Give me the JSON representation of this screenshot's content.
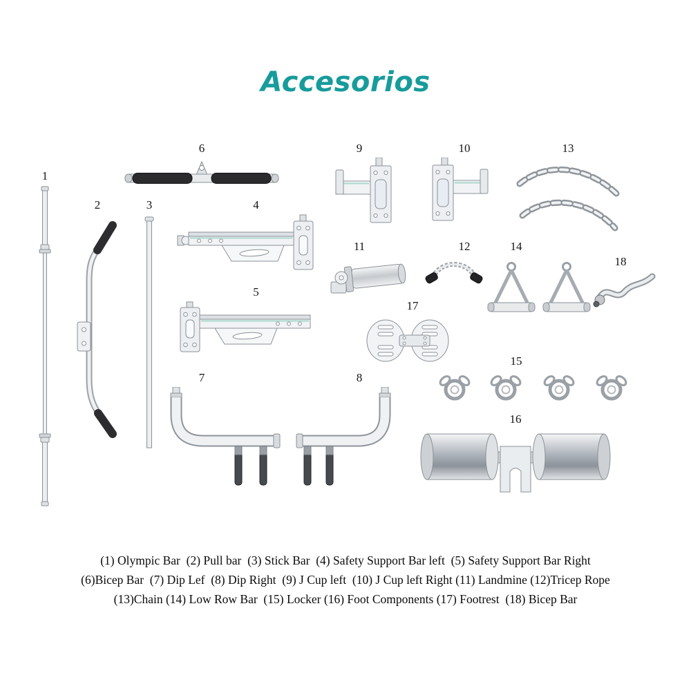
{
  "title": "Accesorios",
  "accent_color": "#189b9b",
  "items": [
    {
      "number": "1",
      "name": "Olympic Bar"
    },
    {
      "number": "2",
      "name": "Pull bar"
    },
    {
      "number": "3",
      "name": "Stick Bar"
    },
    {
      "number": "4",
      "name": "Safety Support Bar left"
    },
    {
      "number": "5",
      "name": "Safety Support Bar Right"
    },
    {
      "number": "6",
      "name": "Bicep Bar"
    },
    {
      "number": "7",
      "name": "Dip Lef"
    },
    {
      "number": "8",
      "name": "Dip Right"
    },
    {
      "number": "9",
      "name": "J Cup left"
    },
    {
      "number": "10",
      "name": "J Cup left Right"
    },
    {
      "number": "11",
      "name": "Landmine"
    },
    {
      "number": "12",
      "name": "Tricep Rope"
    },
    {
      "number": "13",
      "name": "Chain"
    },
    {
      "number": "14",
      "name": "Low Row Bar"
    },
    {
      "number": "15",
      "name": "Locker"
    },
    {
      "number": "16",
      "name": "Foot Components"
    },
    {
      "number": "17",
      "name": "Footrest"
    },
    {
      "number": "18",
      "name": "Bicep Bar"
    }
  ],
  "caption_lines": [
    "(1) Olympic Bar  (2) Pull bar  (3) Stick Bar  (4) Safety Support Bar left  (5) Safety Support Bar Right",
    "(6)Bicep Bar  (7) Dip Lef  (8) Dip Right  (9) J Cup left  (10) J Cup left Right (11) Landmine (12)Tricep Rope",
    "(13)Chain (14) Low Row Bar  (15) Locker (16) Foot Components (17) Footrest  (18) Bicep Bar"
  ]
}
